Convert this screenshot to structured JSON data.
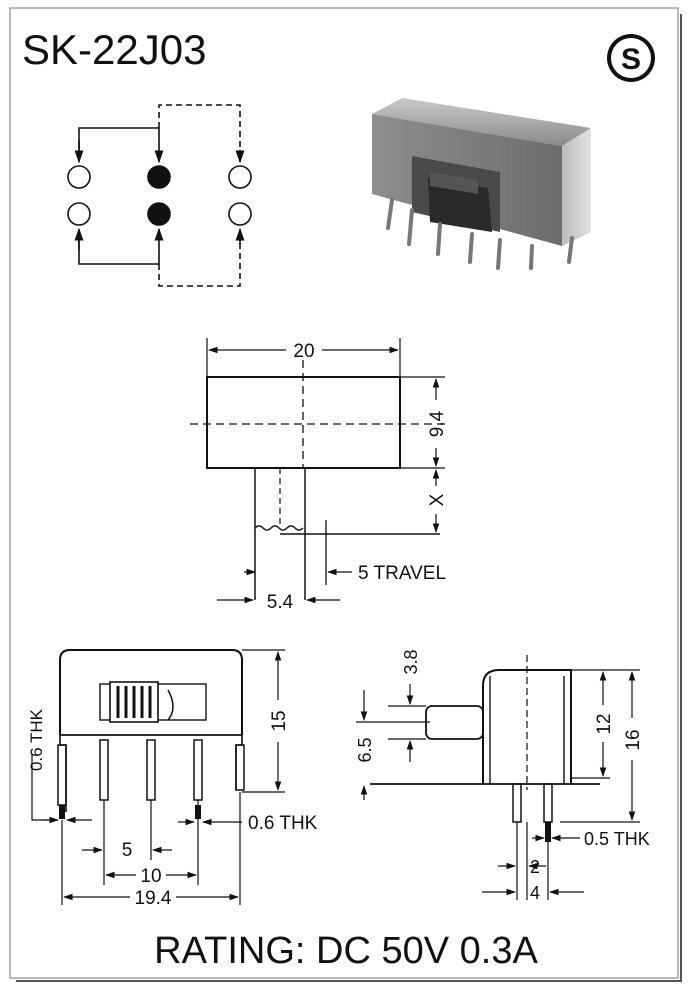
{
  "header": {
    "model": "SK-22J03",
    "logo_letter": "S"
  },
  "dimensions": {
    "width": "20",
    "height": "9.4",
    "x": "X",
    "travel": "5 TRAVEL",
    "actuator_width": "5.4",
    "thk_left": "0.6 THK",
    "thk_bottom": "0.6 THK",
    "height_front": "15",
    "pitch_5": "5",
    "pitch_10": "10",
    "overall_width": "19.4",
    "side_3_8": "3.8",
    "side_6_5": "6.5",
    "side_12": "12",
    "side_16": "16",
    "thk_side": "0.5 THK",
    "side_2": "2",
    "side_4": "4"
  },
  "footer": {
    "rating": "RATING: DC 50V 0.3A"
  },
  "colors": {
    "line": "#111111",
    "body_gray": "#8f8f8f",
    "body_dark": "#3a3a3a",
    "background": "#ffffff"
  }
}
